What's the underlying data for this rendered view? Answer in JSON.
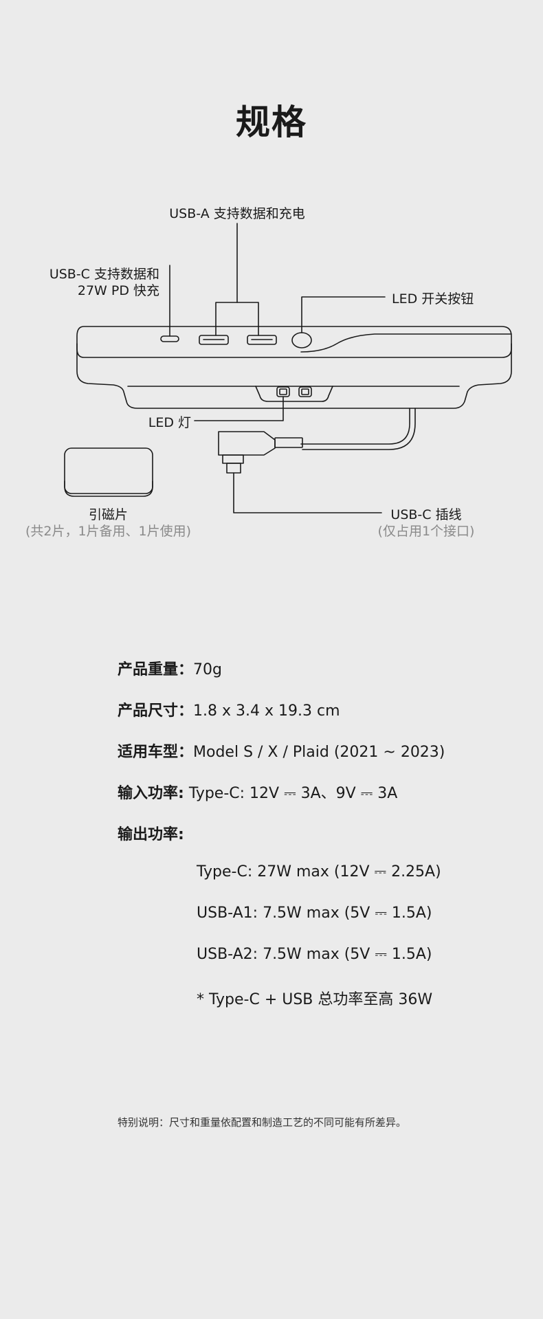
{
  "title": "规格",
  "diagram": {
    "usb_a_label": "USB-A 支持数据和充电",
    "usb_c_label_line1": "USB-C 支持数据和",
    "usb_c_label_line2": "27W PD 快充",
    "led_switch_label": "LED 开关按钮",
    "led_light_label": "LED 灯",
    "magnet_label": "引磁片",
    "magnet_note": "(共2片，1片备用、1片使用)",
    "cable_label": "USB-C 插线",
    "cable_note": "(仅占用1个接口)"
  },
  "specs": [
    {
      "key": "产品重量：",
      "value": "70g"
    },
    {
      "key": "产品尺寸：",
      "value": "1.8 x 3.4 x 19.3 cm"
    },
    {
      "key": "适用车型：",
      "value": "Model S / X / Plaid (2021 ~ 2023)"
    },
    {
      "key": "输入功率:",
      "value": "Type-C: 12V ⎓ 3A、9V ⎓ 3A"
    },
    {
      "key": "输出功率:",
      "value": ""
    }
  ],
  "output_items": [
    "Type-C: 27W max (12V ⎓ 2.25A)",
    "USB-A1: 7.5W max (5V ⎓ 1.5A)",
    "USB-A2: 7.5W max (5V ⎓ 1.5A)",
    "* Type-C + USB 总功率至高 36W"
  ],
  "note": "特别说明：尺寸和重量依配置和制造工艺的不同可能有所差异。"
}
